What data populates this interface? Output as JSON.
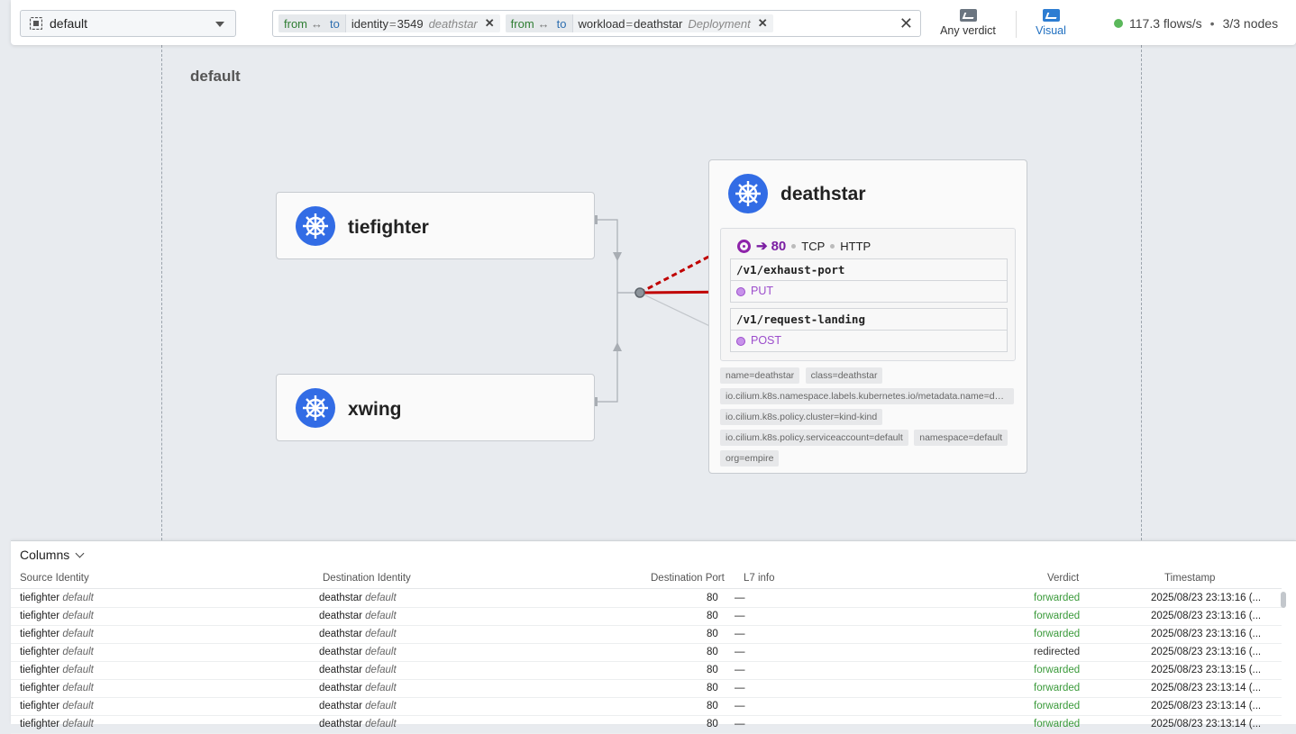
{
  "topbar": {
    "namespace": "default",
    "filters": [
      {
        "from": "from",
        "arrow": "↔",
        "to": "to",
        "key": "identity",
        "value": "3549",
        "meta": "deathstar"
      },
      {
        "from": "from",
        "arrow": "↔",
        "to": "to",
        "key": "workload",
        "value": "deathstar",
        "meta": "Deployment"
      }
    ],
    "verdict_label": "Any verdict",
    "visual_label": "Visual",
    "flows_rate": "117.3 flows/s",
    "nodes": "3/3 nodes"
  },
  "canvas": {
    "namespace_title": "default",
    "services": {
      "tiefighter": "tiefighter",
      "xwing": "xwing",
      "deathstar": "deathstar"
    },
    "port": {
      "number": "80",
      "protocol1": "TCP",
      "protocol2": "HTTP"
    },
    "routes": [
      {
        "path": "/v1/exhaust-port",
        "method": "PUT"
      },
      {
        "path": "/v1/request-landing",
        "method": "POST"
      }
    ],
    "labels": [
      "name=deathstar",
      "class=deathstar",
      "io.cilium.k8s.namespace.labels.kubernetes.io/metadata.name=def...",
      "io.cilium.k8s.policy.cluster=kind-kind",
      "io.cilium.k8s.policy.serviceaccount=default",
      "namespace=default",
      "org=empire"
    ]
  },
  "table": {
    "columns_label": "Columns",
    "headers": [
      "Source Identity",
      "Destination Identity",
      "Destination Port",
      "L7 info",
      "Verdict",
      "Timestamp"
    ],
    "rows": [
      {
        "src": "tiefighter",
        "src_ns": "default",
        "dst": "deathstar",
        "dst_ns": "default",
        "port": "80",
        "l7": "—",
        "verdict": "forwarded",
        "ts": "2025/08/23 23:13:16 (..."
      },
      {
        "src": "tiefighter",
        "src_ns": "default",
        "dst": "deathstar",
        "dst_ns": "default",
        "port": "80",
        "l7": "—",
        "verdict": "forwarded",
        "ts": "2025/08/23 23:13:16 (..."
      },
      {
        "src": "tiefighter",
        "src_ns": "default",
        "dst": "deathstar",
        "dst_ns": "default",
        "port": "80",
        "l7": "—",
        "verdict": "forwarded",
        "ts": "2025/08/23 23:13:16 (..."
      },
      {
        "src": "tiefighter",
        "src_ns": "default",
        "dst": "deathstar",
        "dst_ns": "default",
        "port": "80",
        "l7": "—",
        "verdict": "redirected",
        "ts": "2025/08/23 23:13:16 (..."
      },
      {
        "src": "tiefighter",
        "src_ns": "default",
        "dst": "deathstar",
        "dst_ns": "default",
        "port": "80",
        "l7": "—",
        "verdict": "forwarded",
        "ts": "2025/08/23 23:13:15 (..."
      },
      {
        "src": "tiefighter",
        "src_ns": "default",
        "dst": "deathstar",
        "dst_ns": "default",
        "port": "80",
        "l7": "—",
        "verdict": "forwarded",
        "ts": "2025/08/23 23:13:14 (..."
      },
      {
        "src": "tiefighter",
        "src_ns": "default",
        "dst": "deathstar",
        "dst_ns": "default",
        "port": "80",
        "l7": "—",
        "verdict": "forwarded",
        "ts": "2025/08/23 23:13:14 (..."
      },
      {
        "src": "tiefighter",
        "src_ns": "default",
        "dst": "deathstar",
        "dst_ns": "default",
        "port": "80",
        "l7": "—",
        "verdict": "forwarded",
        "ts": "2025/08/23 23:13:14 (..."
      }
    ]
  },
  "colors": {
    "accent": "#2d7dd2",
    "forwarded": "#3a9a3a",
    "k8s": "#326ce5",
    "l7": "#7b1fa2",
    "dropped_edge": "#c00000"
  }
}
